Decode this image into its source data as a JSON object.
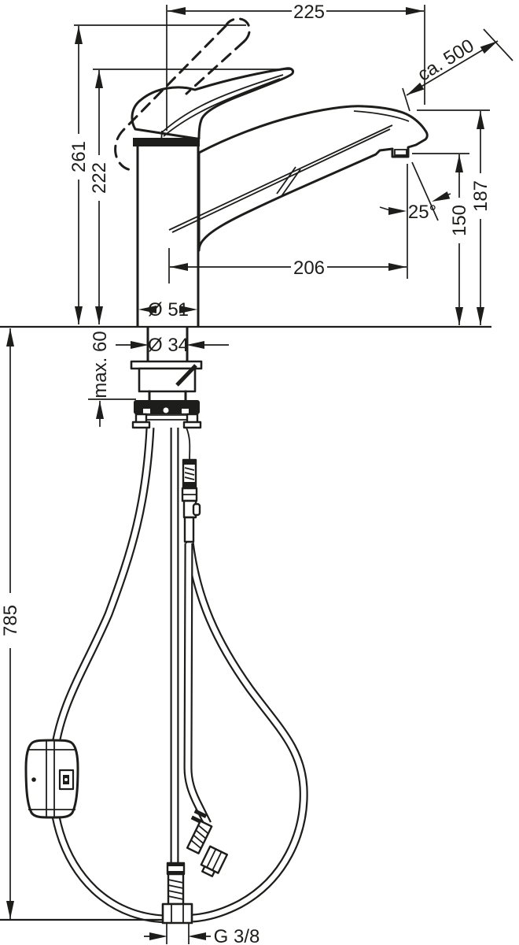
{
  "drawing": {
    "type": "technical-dimension-drawing",
    "subject": "pull-out kitchen mixer tap, side view with under-counter hoses",
    "colors": {
      "line": "#1d1d1b",
      "background": "#ffffff"
    },
    "labels": {
      "width_top": "225",
      "pullout_length": "ca. 500",
      "height_total": "261",
      "height_to_handle": "222",
      "height_spout_end": "187",
      "height_outlet": "150",
      "outlet_angle": "25°",
      "reach_outlet": "206",
      "dia_base": "Ø 51",
      "dia_shank": "Ø 34",
      "max_counter_thickness": "max. 60",
      "hose_drop": "785",
      "thread": "G 3/8"
    }
  }
}
